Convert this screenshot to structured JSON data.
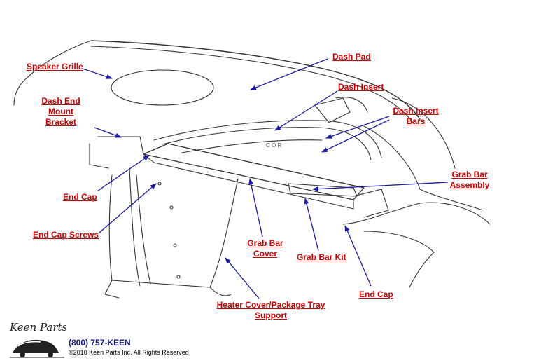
{
  "labels": {
    "speaker_grille": "Speaker Grille",
    "dash_pad": "Dash Pad",
    "dash_insert": "Dash Insert",
    "dash_end_mount_bracket": [
      "Dash End",
      "Mount",
      "Bracket"
    ],
    "dash_insert_bars": [
      "Dash Insert",
      "Bars"
    ],
    "grab_bar_assembly": [
      "Grab Bar",
      "Assembly"
    ],
    "end_cap_left": "End Cap",
    "end_cap_screws": "End Cap Screws",
    "grab_bar_cover": [
      "Grab Bar",
      "Cover"
    ],
    "grab_bar_kit": "Grab Bar Kit",
    "end_cap_right": "End Cap",
    "heater_cover": [
      "Heater Cover/Package Tray",
      "Support"
    ]
  },
  "footer": {
    "logo_text": "Keen Parts",
    "phone": "(800) 757-KEEN",
    "copyright": "©2010 Keen Parts Inc. All Rights Reserved"
  },
  "colors": {
    "label": "#cc0000",
    "arrow": "#1a1aa6",
    "drawing": "#333333",
    "phone": "#1a1a8c"
  }
}
